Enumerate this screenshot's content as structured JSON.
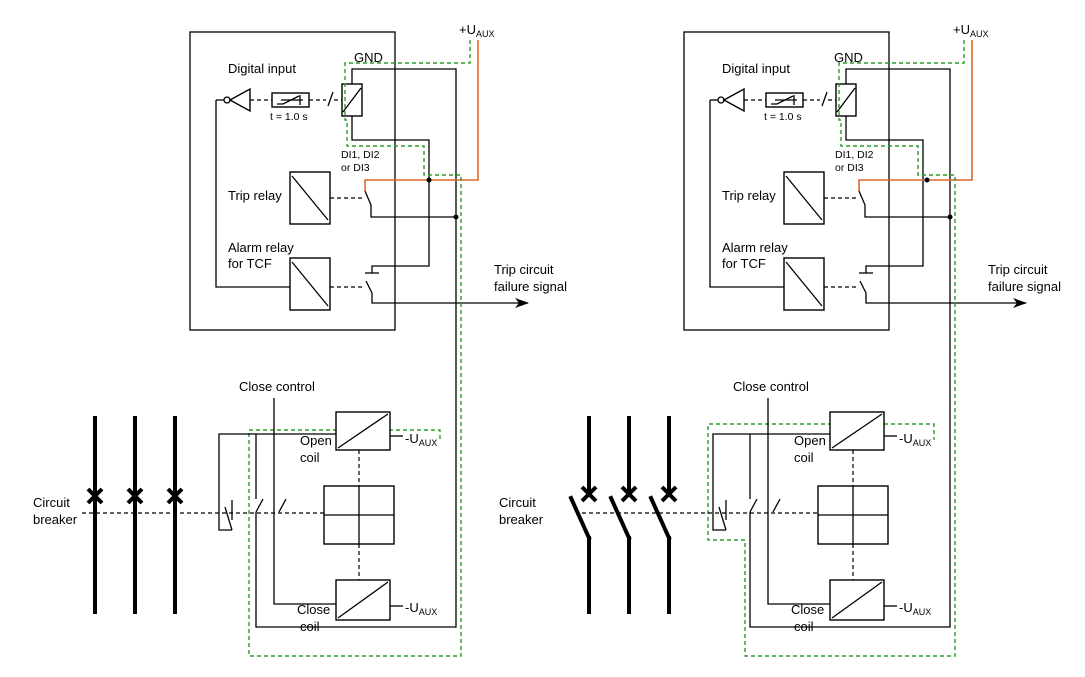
{
  "panels": [
    {
      "id": "closed",
      "labels": {
        "uaux_plus": "+U",
        "aux_sub": "AUX",
        "gnd": "GND",
        "digital_input": "Digital input",
        "timer": "t = 1.0 s",
        "di_line1": "DI1, DI2",
        "di_line2": "or DI3",
        "trip_relay": "Trip relay",
        "alarm_line1": "Alarm relay",
        "alarm_line2": "for TCF",
        "tcf_line1": "Trip circuit",
        "tcf_line2": "failure signal",
        "close_control": "Close control",
        "open_line1": "Open",
        "open_line2": "coil",
        "close_line1": "Close",
        "close_line2": "coil",
        "uaux_minus": "-U",
        "cb_line1": "Circuit",
        "cb_line2": "breaker"
      }
    },
    {
      "id": "open",
      "labels": {
        "uaux_plus": "+U",
        "aux_sub": "AUX",
        "gnd": "GND",
        "digital_input": "Digital input",
        "timer": "t = 1.0 s",
        "di_line1": "DI1, DI2",
        "di_line2": "or DI3",
        "trip_relay": "Trip relay",
        "alarm_line1": "Alarm relay",
        "alarm_line2": "for TCF",
        "tcf_line1": "Trip circuit",
        "tcf_line2": "failure signal",
        "close_control": "Close control",
        "open_line1": "Open",
        "open_line2": "coil",
        "close_line1": "Close",
        "close_line2": "coil",
        "uaux_minus": "-U",
        "cb_line1": "Circuit",
        "cb_line2": "breaker"
      }
    }
  ],
  "colors": {
    "wire": "#000000",
    "supervision_path": "#2a9d2a",
    "aux_supply": "#e0662a"
  }
}
